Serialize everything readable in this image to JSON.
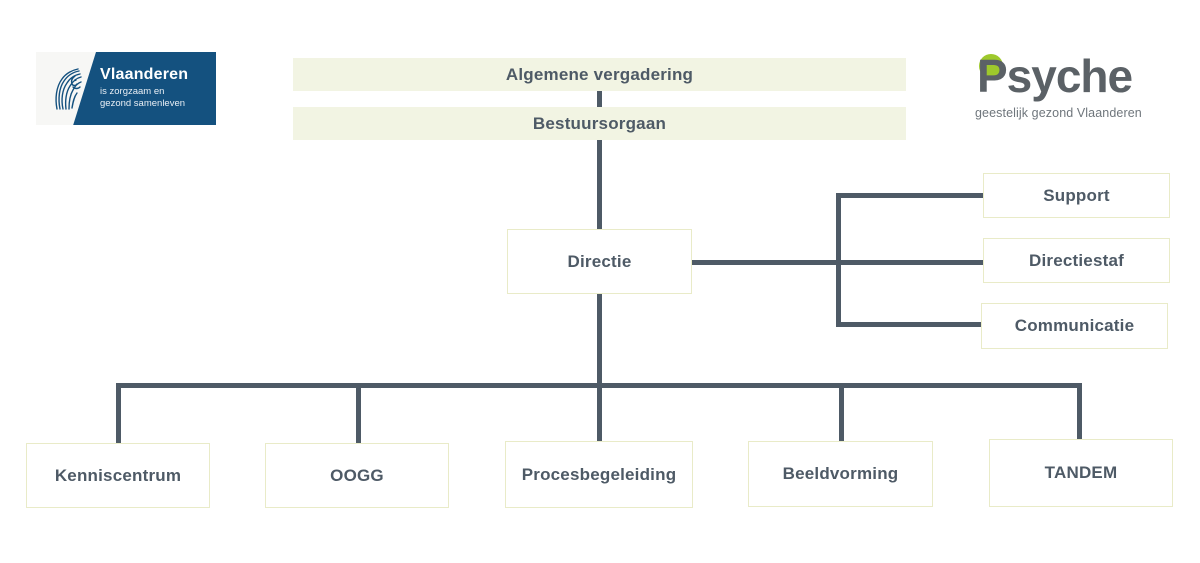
{
  "diagram": {
    "title_bars": [
      {
        "id": "algemene-vergadering",
        "label": "Algemene vergadering"
      },
      {
        "id": "bestuursorgaan",
        "label": "Bestuursorgaan"
      }
    ],
    "management": {
      "id": "directie",
      "label": "Directie"
    },
    "staff_units": [
      {
        "id": "support",
        "label": "Support"
      },
      {
        "id": "directiestaf",
        "label": "Directiestaf"
      },
      {
        "id": "communicatie",
        "label": "Communicatie"
      }
    ],
    "departments": [
      {
        "id": "kenniscentrum",
        "label": "Kenniscentrum"
      },
      {
        "id": "oogg",
        "label": "OOGG"
      },
      {
        "id": "procesbegeleiding",
        "label": "Procesbegeleiding"
      },
      {
        "id": "beeldvorming",
        "label": "Beeldvorming"
      },
      {
        "id": "tandem",
        "label": "TANDEM"
      }
    ]
  },
  "logos": {
    "vlaanderen": {
      "name": "Vlaanderen",
      "tagline_line1": "is zorgzaam en",
      "tagline_line2": "gezond samenleven"
    },
    "psyche": {
      "name": "Psyche",
      "name_rest": "syche",
      "tagline": "geestelijk gezond Vlaanderen"
    }
  },
  "colors": {
    "connector": "#4e5a66",
    "bar_fill": "#f2f4e3",
    "box_border": "#e9ebc8",
    "text": "#4e5a66",
    "brand_blue": "#14517f",
    "brand_green": "#9ec92c"
  }
}
